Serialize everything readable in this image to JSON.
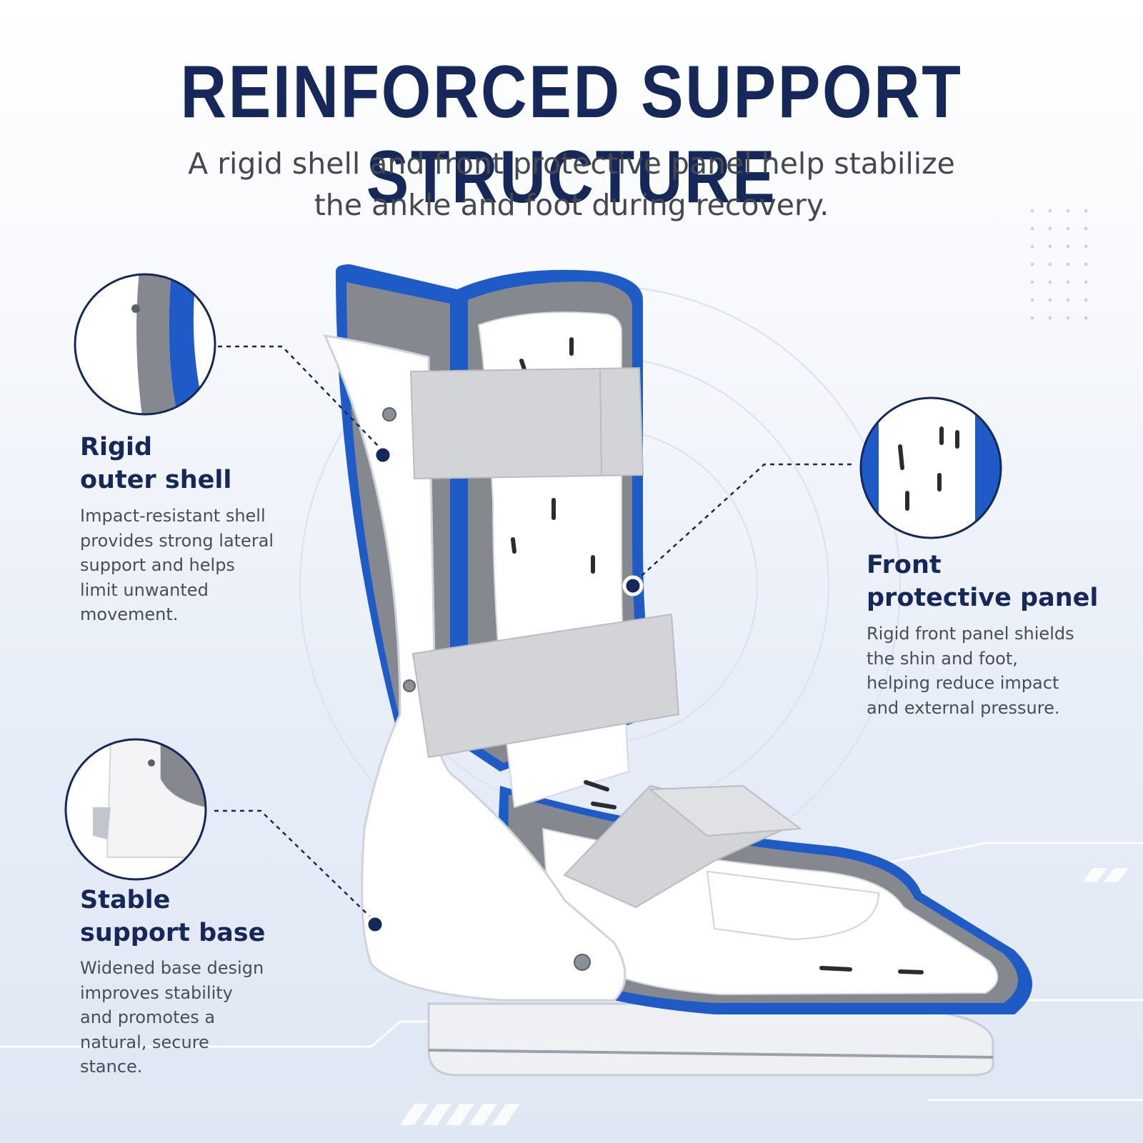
{
  "headline": "REINFORCED SUPPORT STRUCTURE",
  "subheadline_line1": "A rigid shell and front protective panel help stabilize",
  "subheadline_line2": "the ankle and foot during recovery.",
  "callouts": [
    {
      "title_line1": "Rigid",
      "title_line2": "outer shell",
      "description": "Impact-resistant shell provides strong lateral support and helps limit unwanted movement."
    },
    {
      "title_line1": "Front",
      "title_line2": "protective panel",
      "description": "Rigid front panel shields the shin and foot, helping reduce impact and external pressure."
    },
    {
      "title_line1": "Stable",
      "title_line2": "support base",
      "description": "Widened base design improves stability and promotes a natural, secure stance."
    }
  ],
  "product": {
    "name_icon": "walking-boot-brace-icon",
    "accent_color": "#1e5bc6",
    "navy_color": "#16285a",
    "padding_color": "#8a8c91",
    "strap_color": "#d2d4d8"
  }
}
